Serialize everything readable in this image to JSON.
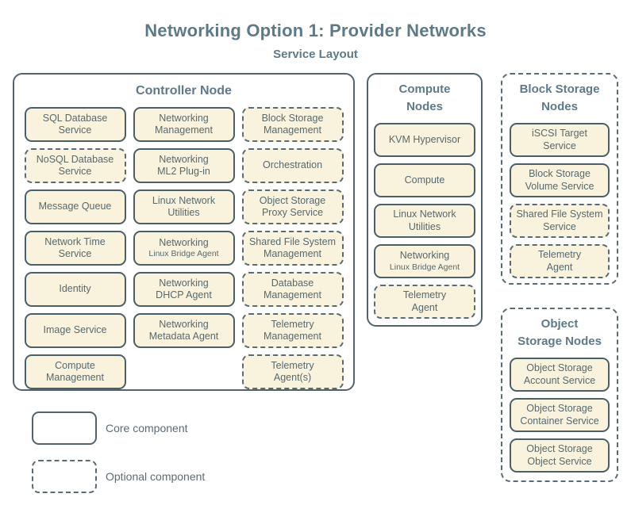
{
  "page": {
    "title": "Networking Option 1: Provider Networks",
    "subtitle": "Service Layout"
  },
  "colors": {
    "bg": "#ffffff",
    "box-fill": "#F9F2DD",
    "border-solid": "#4C5E66",
    "border-outer": "#53646D",
    "border-dash": "#5A6B74",
    "heading": "#5E7A89",
    "text": "#57696F",
    "legend-text": "#5C6B73"
  },
  "containers": {
    "controller": {
      "title_lines": [
        "Controller Node"
      ],
      "optional": false,
      "columns": [
        [
          {
            "lines": [
              "SQL Database",
              "Service"
            ],
            "optional": false
          },
          {
            "lines": [
              "NoSQL Database",
              "Service"
            ],
            "optional": true
          },
          {
            "lines": [
              "Message Queue"
            ],
            "optional": false
          },
          {
            "lines": [
              "Network Time",
              "Service"
            ],
            "optional": false
          },
          {
            "lines": [
              "Identity"
            ],
            "optional": false
          },
          {
            "lines": [
              "Image Service"
            ],
            "optional": false
          },
          {
            "lines": [
              "Compute",
              "Management"
            ],
            "optional": false
          }
        ],
        [
          {
            "lines": [
              "Networking",
              "Management"
            ],
            "optional": false
          },
          {
            "lines": [
              "Networking",
              "ML2 Plug-in"
            ],
            "optional": false
          },
          {
            "lines": [
              "Linux Network",
              "Utilities"
            ],
            "optional": false
          },
          {
            "lines": [
              "Networking"
            ],
            "sub": "Linux Bridge Agent",
            "optional": false
          },
          {
            "lines": [
              "Networking",
              "DHCP Agent"
            ],
            "optional": false
          },
          {
            "lines": [
              "Networking",
              "Metadata Agent"
            ],
            "optional": false
          }
        ],
        [
          {
            "lines": [
              "Block Storage",
              "Management"
            ],
            "optional": true
          },
          {
            "lines": [
              "Orchestration"
            ],
            "optional": true
          },
          {
            "lines": [
              "Object Storage",
              "Proxy Service"
            ],
            "optional": true
          },
          {
            "lines": [
              "Shared File System",
              "Management"
            ],
            "optional": true
          },
          {
            "lines": [
              "Database",
              "Management"
            ],
            "optional": true
          },
          {
            "lines": [
              "Telemetry",
              "Management"
            ],
            "optional": true
          },
          {
            "lines": [
              "Telemetry",
              "Agent(s)"
            ],
            "optional": true
          }
        ]
      ]
    },
    "compute": {
      "title_lines": [
        "Compute",
        "Nodes"
      ],
      "optional": false,
      "columns": [
        [
          {
            "lines": [
              "KVM Hypervisor"
            ],
            "optional": false
          },
          {
            "lines": [
              "Compute"
            ],
            "optional": false
          },
          {
            "lines": [
              "Linux Network",
              "Utilities"
            ],
            "optional": false
          },
          {
            "lines": [
              "Networking"
            ],
            "sub": "Linux Bridge Agent",
            "optional": false
          },
          {
            "lines": [
              "Telemetry",
              "Agent"
            ],
            "optional": true
          }
        ]
      ]
    },
    "block": {
      "title_lines": [
        "Block Storage",
        "Nodes"
      ],
      "optional": true,
      "columns": [
        [
          {
            "lines": [
              "iSCSI Target",
              "Service"
            ],
            "optional": false
          },
          {
            "lines": [
              "Block Storage",
              "Volume Service"
            ],
            "optional": false
          },
          {
            "lines": [
              "Shared File System",
              "Service"
            ],
            "optional": true
          },
          {
            "lines": [
              "Telemetry",
              "Agent"
            ],
            "optional": true
          }
        ]
      ]
    },
    "object": {
      "title_lines": [
        "Object",
        "Storage Nodes"
      ],
      "optional": true,
      "columns": [
        [
          {
            "lines": [
              "Object Storage",
              "Account Service"
            ],
            "optional": false
          },
          {
            "lines": [
              "Object Storage",
              "Container Service"
            ],
            "optional": false
          },
          {
            "lines": [
              "Object Storage",
              "Object Service"
            ],
            "optional": false
          }
        ]
      ]
    }
  },
  "legend": [
    {
      "label": "Core component",
      "style": "solid"
    },
    {
      "label": "Optional component",
      "style": "dashed"
    }
  ]
}
